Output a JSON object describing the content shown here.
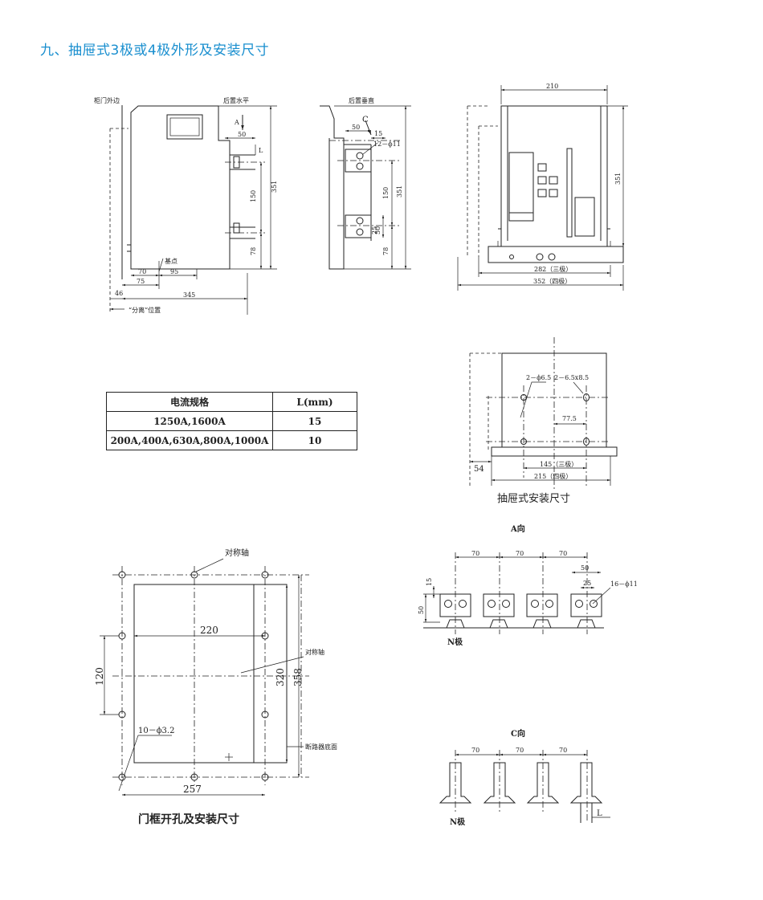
{
  "title": "九、抽屉式3极或4极外形及安装尺寸",
  "fig1": {
    "cabinet_edge": "柜门外边",
    "rear_horizontal": "后置水平",
    "arrow_a": "A",
    "dim_50": "50",
    "dim_l": "L",
    "dim_150": "150",
    "dim_351": "351",
    "dim_78": "78",
    "datum": "基点",
    "dim_70": "70",
    "dim_95": "95",
    "dim_75": "75",
    "dim_345": "345",
    "dim_46": "46",
    "separate_pos": "“分离”位置"
  },
  "fig2": {
    "rear_vertical": "后置垂直",
    "arrow_c": "C",
    "dim_50": "50",
    "dim_15": "15",
    "holes": "12－ϕ11",
    "dim_150": "150",
    "dim_351": "351",
    "dim_50b": "50",
    "dim_25": "25",
    "dim_78": "78"
  },
  "fig3": {
    "dim_210": "210",
    "dim_351": "351",
    "dim_282": "282（三极）",
    "dim_352": "352（四极）"
  },
  "fig4": {
    "hole_a": "2－ϕ6.5",
    "hole_b": "2－6.5x8.5",
    "dim_77_5": "77.5",
    "dim_54": "54",
    "dim_145": "145（三极）",
    "dim_215": "215（四极）",
    "caption": "抽屉式安装尺寸"
  },
  "table": {
    "headers": [
      "电流规格",
      "L(mm)"
    ],
    "rows": [
      [
        "1250A,1600A",
        "15"
      ],
      [
        "200A,400A,630A,800A,1000A",
        "10"
      ]
    ]
  },
  "fig5": {
    "sym_axis_top": "对称轴",
    "sym_axis_right": "对称轴",
    "dim_220": "220",
    "dim_120": "120",
    "dim_320": "320",
    "dim_358": "358",
    "holes": "10－ϕ3.2",
    "base_label": "断路器底面",
    "dim_257": "257",
    "caption": "门框开孔及安装尺寸"
  },
  "fig6": {
    "title": "A向",
    "dims": [
      "70",
      "70",
      "70"
    ],
    "dim_50_top": "50",
    "dim_25": "25",
    "holes": "16－ϕ11",
    "dim_15": "15",
    "dim_50_left": "50",
    "n_pole": "N极"
  },
  "fig7": {
    "title": "C向",
    "dims": [
      "70",
      "70",
      "70"
    ],
    "n_pole": "N极",
    "dim_l": "L"
  }
}
